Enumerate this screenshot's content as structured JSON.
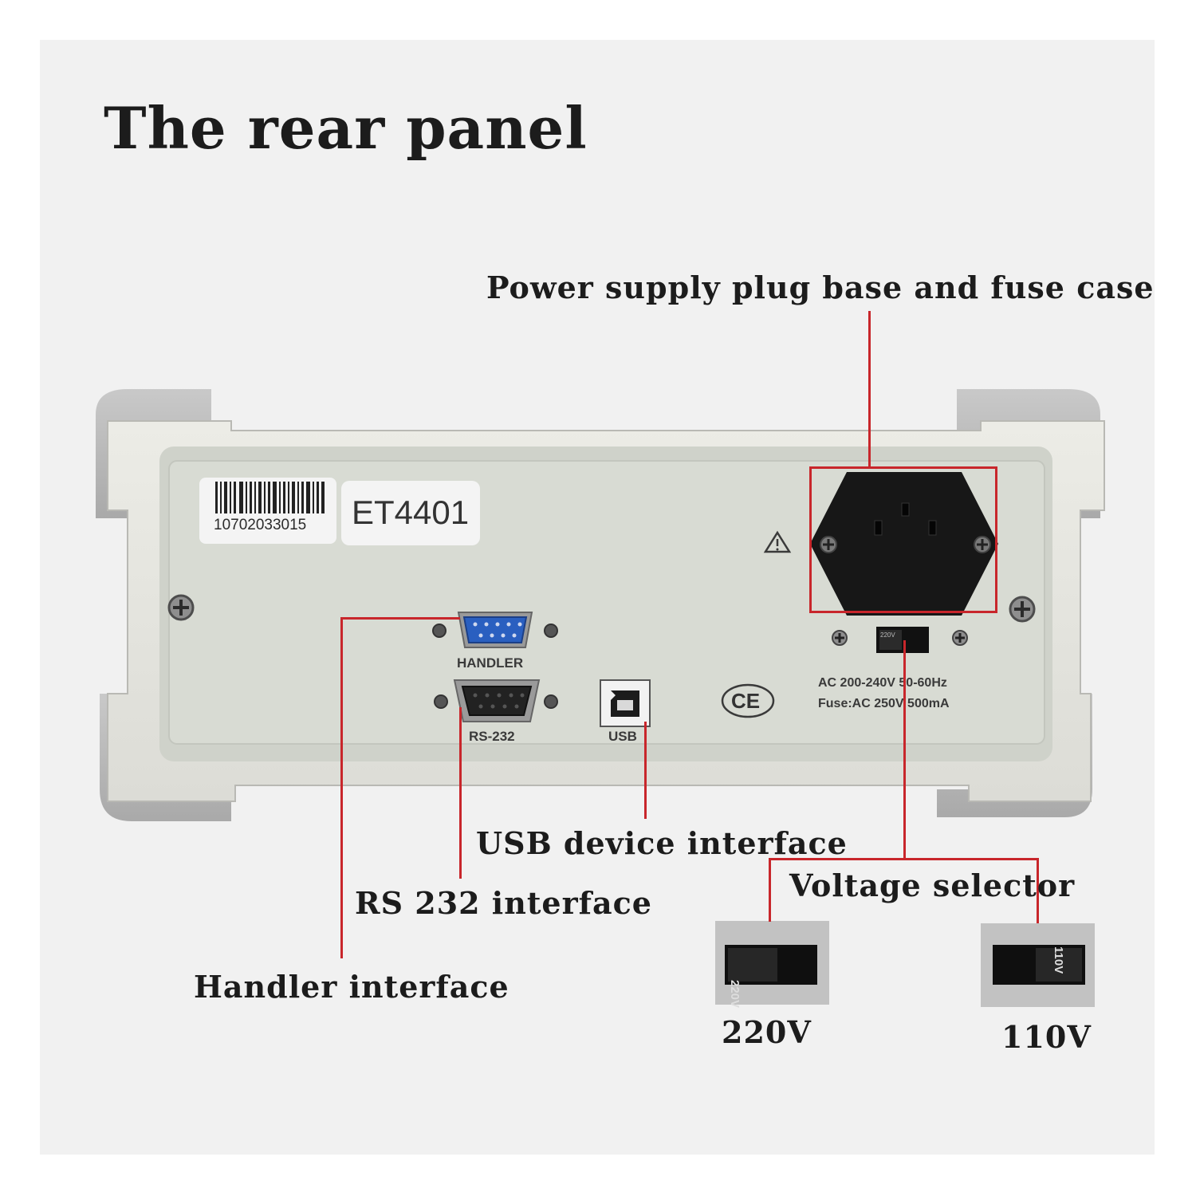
{
  "title": "The rear panel",
  "device": {
    "serial_number": "10702033015",
    "model": "ET4401",
    "ports": {
      "handler": "HANDLER",
      "rs232": "RS-232",
      "usb": "USB"
    },
    "ce_mark": "CE",
    "ratings": {
      "line1": "AC 200-240V 50-60Hz",
      "line2": "Fuse:AC 250V 500mA"
    },
    "switch_small_label": "220V"
  },
  "callouts": {
    "power": "Power supply plug base and fuse case",
    "usb": "USB device interface",
    "voltage": "Voltage selector",
    "rs232": "RS 232 interface",
    "handler": "Handler interface"
  },
  "voltage_options": [
    {
      "label": "220V",
      "switch_text": "220V"
    },
    {
      "label": "110V",
      "switch_text": "110V"
    }
  ],
  "colors": {
    "callout_line": "#c8262b",
    "panel_face": "#d8dbd3",
    "housing": "#e6e6e0",
    "handler_port": "#2a5fc0"
  }
}
